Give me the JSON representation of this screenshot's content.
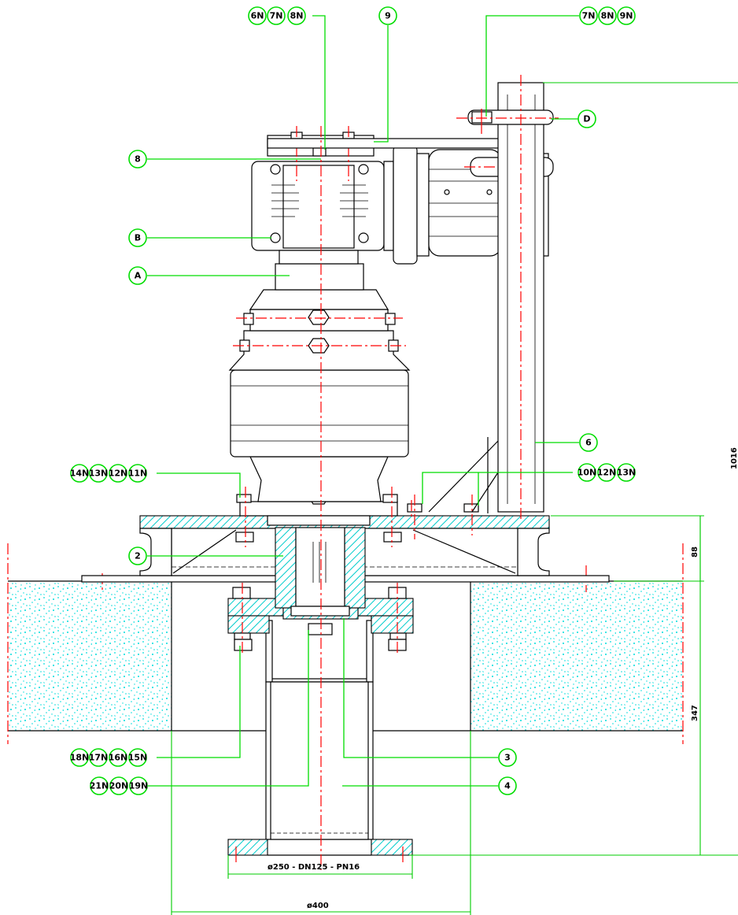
{
  "callouts": {
    "top_6n": "6N",
    "top_7n": "7N",
    "top_8n": "8N",
    "top_9": "9",
    "right_7n": "7N",
    "right_8n": "8N",
    "right_9n": "9N",
    "d": "D",
    "b8": "8",
    "b": "B",
    "a": "A",
    "b6": "6",
    "b2": "2",
    "b3": "3",
    "b4": "4",
    "l14n": "14N",
    "l13n": "13N",
    "l12n": "12N",
    "l11n": "11N",
    "r10n": "10N",
    "r12n": "12N",
    "r13n": "13N",
    "l18n": "18N",
    "l17n": "17N",
    "l16n": "16N",
    "l15n": "15N",
    "l21n": "21N",
    "l20n": "20N",
    "l19n": "19N"
  },
  "dimensions": {
    "height_total": "1016",
    "height_88": "88",
    "height_347": "347",
    "flange": "ø250 - DN125 - PN16",
    "base": "ø400"
  },
  "colors": {
    "callout": "#00dd00",
    "centerline": "#ff0000",
    "hatch": "#00cccc",
    "outline": "#000000"
  }
}
